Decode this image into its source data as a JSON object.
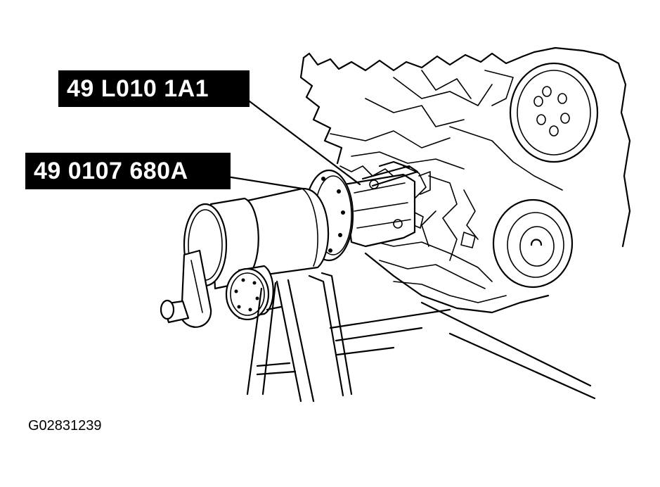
{
  "callouts": [
    {
      "label": "49 L010 1A1"
    },
    {
      "label": "49 0107 680A"
    }
  ],
  "figure_id": "G02831239"
}
